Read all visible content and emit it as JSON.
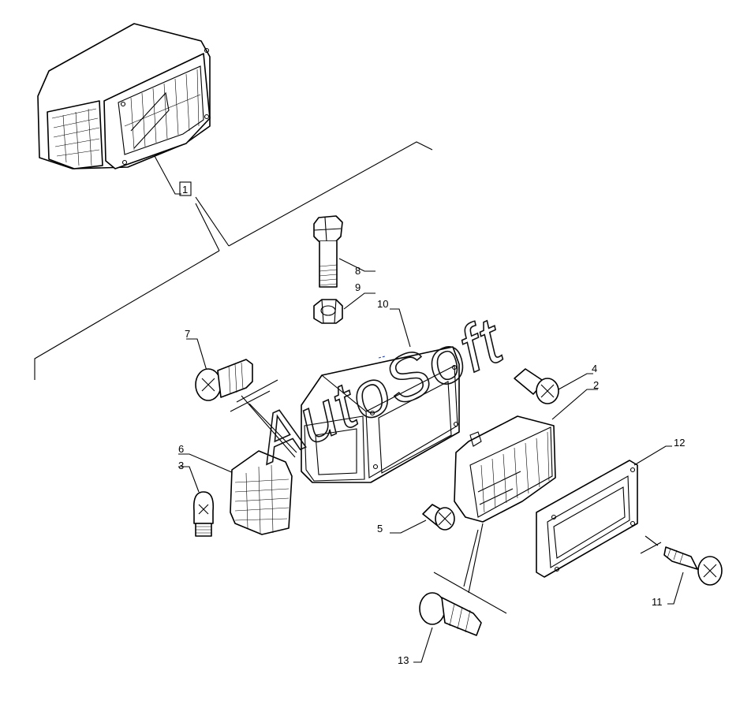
{
  "diagram": {
    "callouts": {
      "c1": "1",
      "c2": "2",
      "c3": "3",
      "c4": "4",
      "c5": "5",
      "c6": "6",
      "c7": "7",
      "c8": "8",
      "c9": "9",
      "c10": "10",
      "c11": "11",
      "c12": "12",
      "c13": "13"
    },
    "watermark": "AutoSoft"
  }
}
